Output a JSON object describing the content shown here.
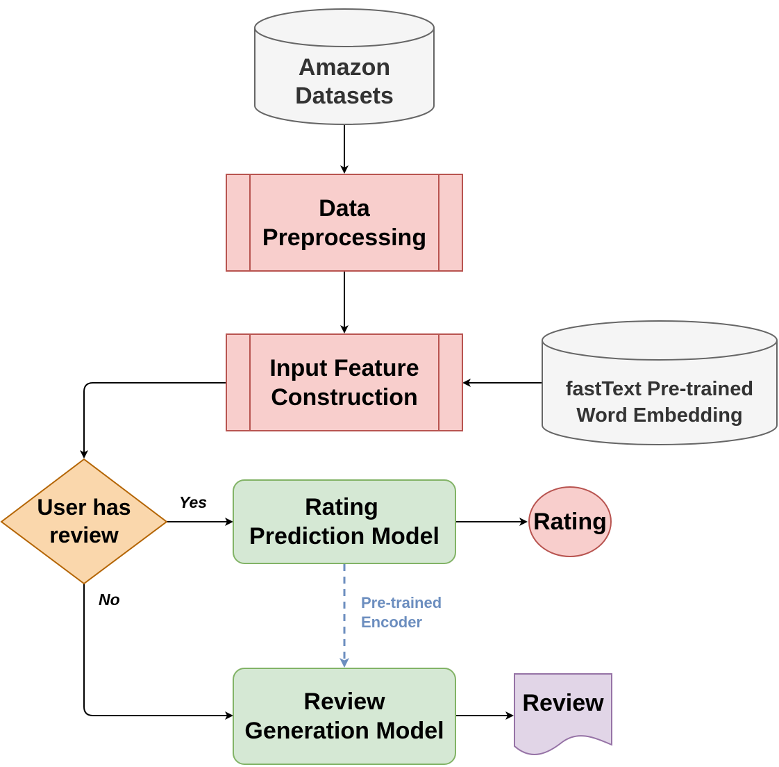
{
  "nodes": {
    "amazon": {
      "lines": [
        "Amazon",
        "Datasets"
      ],
      "fill": "#f5f5f5",
      "stroke": "#666666"
    },
    "preprocessing": {
      "lines": [
        "Data",
        "Preprocessing"
      ],
      "fill": "#f8cecc",
      "stroke": "#b85450"
    },
    "feature": {
      "lines": [
        "Input Feature",
        "Construction"
      ],
      "fill": "#f8cecc",
      "stroke": "#b85450"
    },
    "fasttext": {
      "lines": [
        "fastText Pre-trained",
        "Word Embedding"
      ],
      "fill": "#f5f5f5",
      "stroke": "#666666"
    },
    "decision": {
      "lines": [
        "User has",
        "review"
      ],
      "fill": "#fad7ac",
      "stroke": "#b46504"
    },
    "rating_model": {
      "lines": [
        "Rating",
        "Prediction Model"
      ],
      "fill": "#d5e8d4",
      "stroke": "#82b366"
    },
    "rating": {
      "lines": [
        "Rating"
      ],
      "fill": "#f8cecc",
      "stroke": "#b85450"
    },
    "review_model": {
      "lines": [
        "Review",
        "Generation Model"
      ],
      "fill": "#d5e8d4",
      "stroke": "#82b366"
    },
    "review": {
      "lines": [
        "Review"
      ],
      "fill": "#e1d5e7",
      "stroke": "#9673a6"
    }
  },
  "edges": {
    "yes": "Yes",
    "no": "No",
    "encoder": [
      "Pre-trained",
      "Encoder"
    ]
  },
  "colors": {
    "arrow": "#000000",
    "dashed_arrow": "#6c8ebf"
  }
}
